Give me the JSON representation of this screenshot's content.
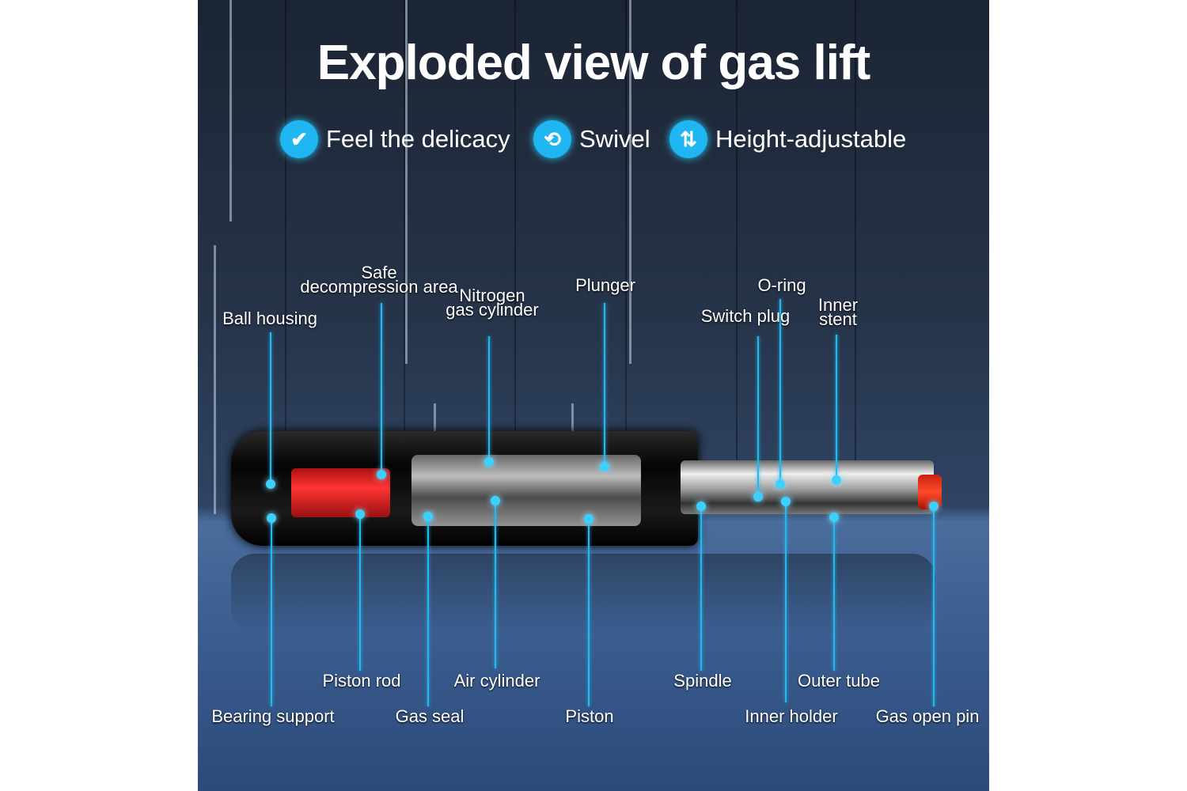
{
  "title": "Exploded view of gas lift",
  "features": [
    {
      "icon": "check-icon",
      "label": "Feel the delicacy"
    },
    {
      "icon": "swivel-icon",
      "label": "Swivel"
    },
    {
      "icon": "up-down-arrows-icon",
      "label": "Height-adjustable"
    }
  ],
  "parts_top": [
    {
      "label": "Ball housing"
    },
    {
      "label": "Safe\ndecompression area"
    },
    {
      "label": "Nitrogen\ngas cylinder"
    },
    {
      "label": "Plunger"
    },
    {
      "label": "Switch plug"
    },
    {
      "label": "O-ring"
    },
    {
      "label": "Inner\nstent"
    }
  ],
  "parts_bottom": [
    {
      "label": "Bearing support"
    },
    {
      "label": "Piston rod"
    },
    {
      "label": "Gas seal"
    },
    {
      "label": "Air cylinder"
    },
    {
      "label": "Piston"
    },
    {
      "label": "Spindle"
    },
    {
      "label": "Inner holder"
    },
    {
      "label": "Outer tube"
    },
    {
      "label": "Gas open pin"
    }
  ],
  "colors": {
    "accent": "#1fb6f2",
    "spring": "#e8262a"
  }
}
